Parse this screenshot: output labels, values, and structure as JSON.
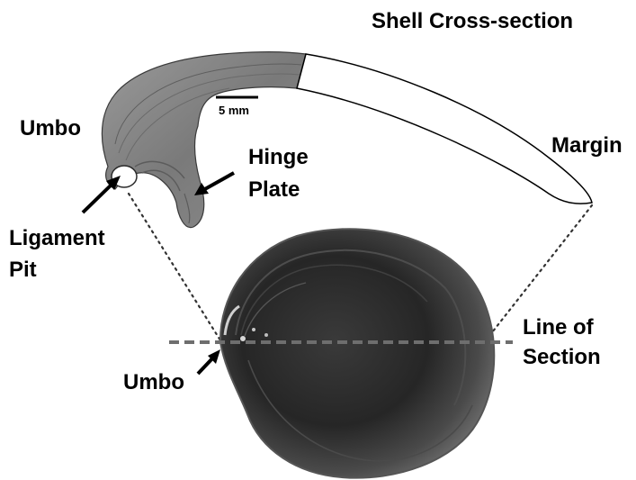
{
  "title": "Shell Cross-section",
  "scale_bar": "5 mm",
  "labels": {
    "umbo_top": "Umbo",
    "hinge_line1": "Hinge",
    "hinge_line2": "Plate",
    "margin": "Margin",
    "ligament_line1": "Ligament",
    "ligament_line2": "Pit",
    "line_of_section_line1": "Line of",
    "line_of_section_line2": "Section",
    "umbo_bottom": "Umbo"
  },
  "colors": {
    "text": "#000000",
    "section_line": "#6e6e6e",
    "shell_gray": "#8a8a8a",
    "shell_dark": "#1c1c1c"
  }
}
